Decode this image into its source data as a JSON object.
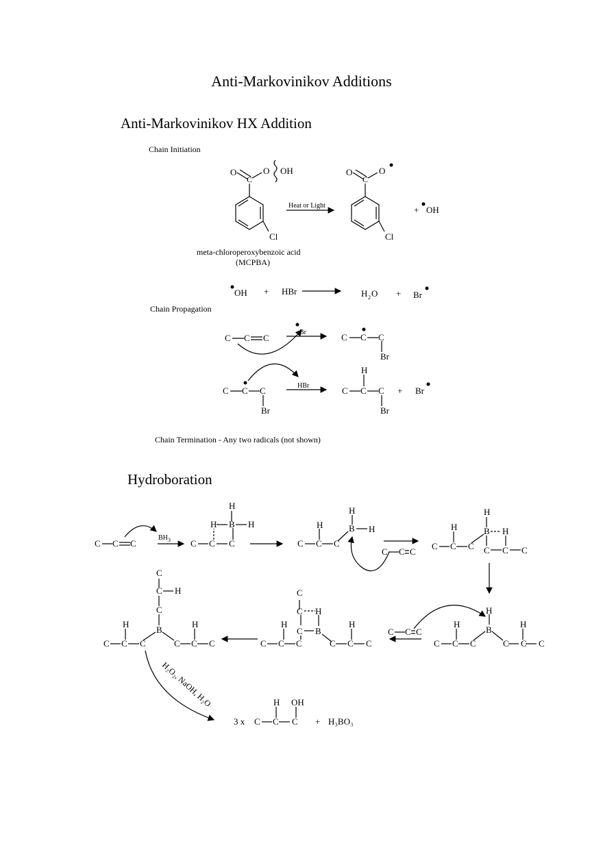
{
  "document": {
    "title": "Anti-Markovinikov Additions",
    "hx_section": {
      "heading": "Anti-Markovinikov HX Addition",
      "initiation_label": "Chain Initiation",
      "reagent_name": "meta-chloroperoxybenzoic acid",
      "reagent_abbrev": "(MCPBA)",
      "arrow_label": "Heat or Light",
      "radical_oh": "OH",
      "plus": "+",
      "hbr": "HBr",
      "water": "H",
      "water_sub": "2",
      "water_o": "O",
      "br": "Br",
      "propagation_label": "Chain Propagation",
      "termination_label": "Chain Termination - Any two radicals (not shown)"
    },
    "hydroboration": {
      "heading": "Hydroboration",
      "bh3": "BH",
      "bh3_sub": "3",
      "oxidation_reagents": "H₂O₂, NaOH, H₂O",
      "multiplier": "3 x",
      "boric_acid": "H₃BO₃",
      "oh": "OH"
    },
    "atoms": {
      "C": "C",
      "H": "H",
      "B": "B",
      "O": "O",
      "Cl": "Cl",
      "Br": "Br"
    }
  }
}
